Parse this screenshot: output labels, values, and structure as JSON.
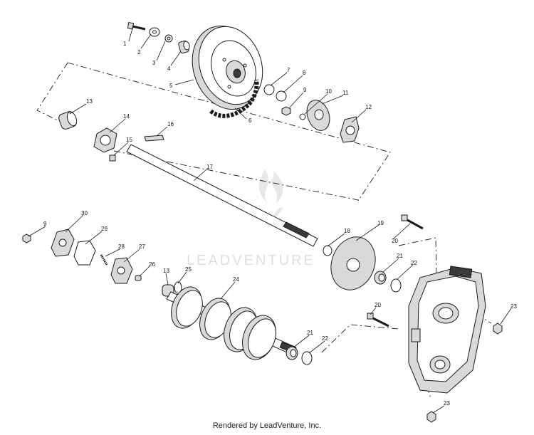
{
  "watermark": {
    "brand": "LEADVENTURE"
  },
  "footer": {
    "text": "Rendered by LeadVenture, Inc."
  },
  "callouts": [
    {
      "label": "1"
    },
    {
      "label": "2"
    },
    {
      "label": "3"
    },
    {
      "label": "4"
    },
    {
      "label": "5"
    },
    {
      "label": "6"
    },
    {
      "label": "7"
    },
    {
      "label": "8"
    },
    {
      "label": "9"
    },
    {
      "label": "10"
    },
    {
      "label": "11"
    },
    {
      "label": "12"
    },
    {
      "label": "13"
    },
    {
      "label": "14"
    },
    {
      "label": "15"
    },
    {
      "label": "16"
    },
    {
      "label": "17"
    },
    {
      "label": "9"
    },
    {
      "label": "30"
    },
    {
      "label": "29"
    },
    {
      "label": "28"
    },
    {
      "label": "27"
    },
    {
      "label": "26"
    },
    {
      "label": "13"
    },
    {
      "label": "25"
    },
    {
      "label": "24"
    },
    {
      "label": "18"
    },
    {
      "label": "19"
    },
    {
      "label": "20"
    },
    {
      "label": "21"
    },
    {
      "label": "22"
    },
    {
      "label": "20"
    },
    {
      "label": "21"
    },
    {
      "label": "22"
    },
    {
      "label": "23"
    },
    {
      "label": "23"
    }
  ]
}
